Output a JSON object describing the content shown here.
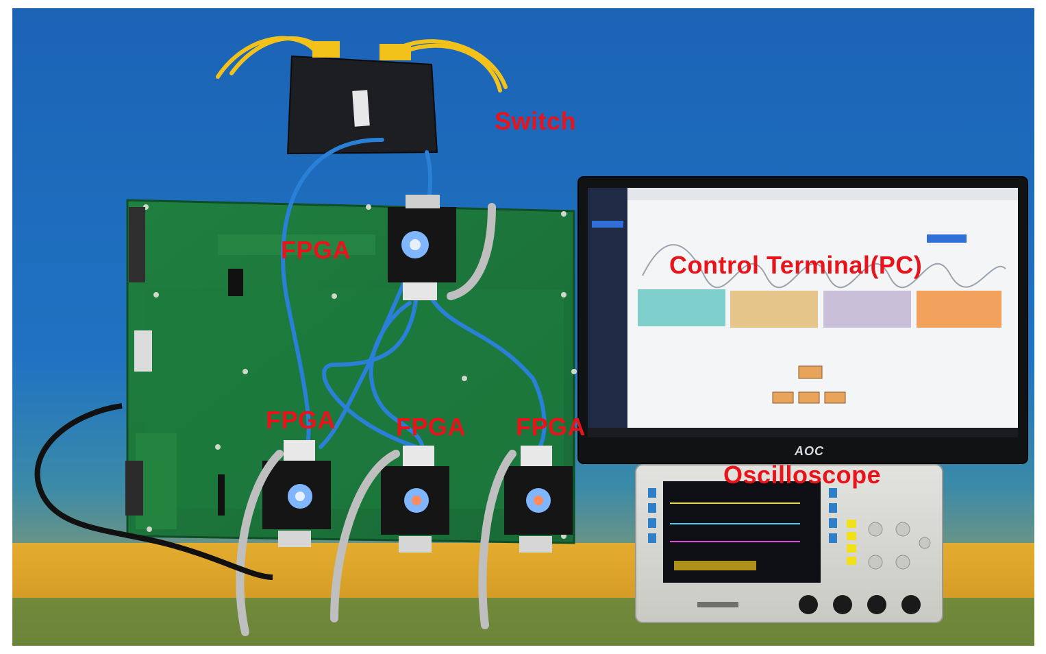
{
  "labels": {
    "switch": "Switch",
    "fpga_top": "FPGA",
    "control_terminal": "Control Terminal(PC)",
    "fpga_bottom_left": "FPGA",
    "fpga_bottom_middle": "FPGA",
    "fpga_bottom_right": "FPGA",
    "oscilloscope": "Oscilloscope"
  },
  "monitor_brand": "AOC",
  "colors": {
    "label": "#e8141b",
    "wall": "#1a6fbf",
    "desk": "#d9a12a",
    "pcb": "#1f7a3a",
    "cable_blue": "#2a7fd6",
    "cable_yellow": "#f2c21a"
  }
}
